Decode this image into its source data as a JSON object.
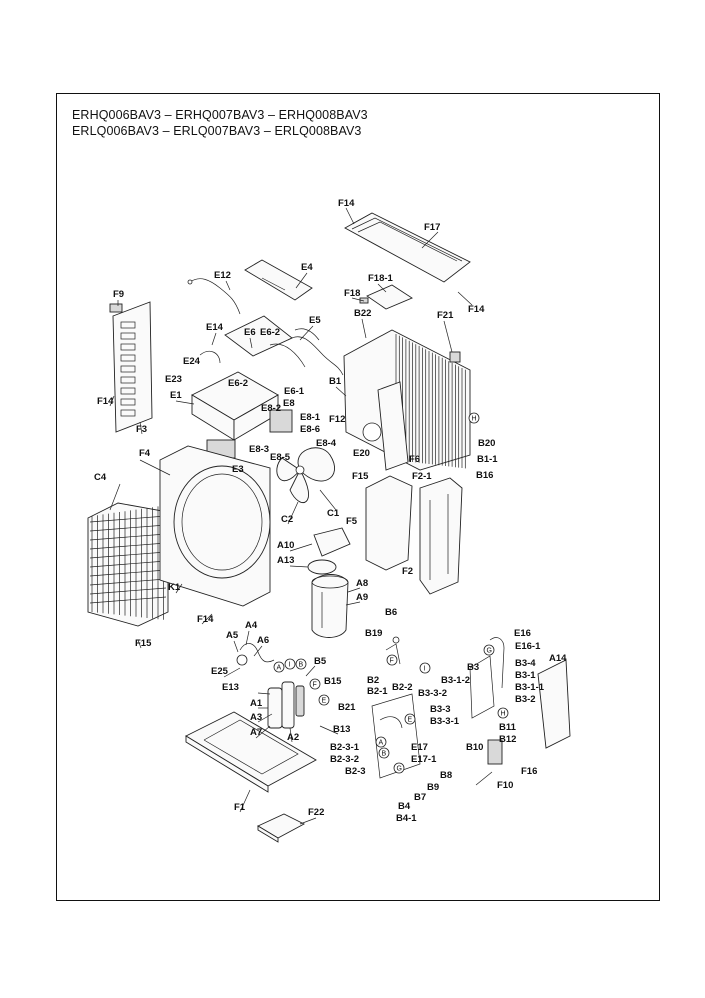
{
  "header": {
    "title_line1": "ERHQ006BAV3 – ERHQ007BAV3 – ERHQ008BAV3",
    "title_line2": "ERLQ006BAV3 – ERLQ007BAV3 – ERLQ008BAV3"
  },
  "parts": {
    "F14_top": "F14",
    "F17": "F17",
    "E12": "E12",
    "E4": "E4",
    "F18_1": "F18-1",
    "F18": "F18",
    "F14_right": "F14",
    "F9": "F9",
    "B22": "B22",
    "E5": "E5",
    "E14": "E14",
    "E6": "E6",
    "E6_2a": "E6-2",
    "F21": "F21",
    "E24": "E24",
    "E23": "E23",
    "E6_2b": "E6-2",
    "B1": "B1",
    "E6_1": "E6-1",
    "E1": "E1",
    "E8": "E8",
    "F14_left": "F14",
    "E8_2": "E8-2",
    "E8_1": "E8-1",
    "F12": "F12",
    "F3": "F3",
    "E8_6": "E8-6",
    "E8_4": "E8-4",
    "E8_3": "E8-3",
    "B20": "B20",
    "B1_1": "B1-1",
    "E20": "E20",
    "F6": "F6",
    "E8_5": "E8-5",
    "E3": "E3",
    "F4": "F4",
    "B16": "B16",
    "C4": "C4",
    "F15_top": "F15",
    "F2_1": "F2-1",
    "C2": "C2",
    "C1": "C1",
    "F5": "F5",
    "A10": "A10",
    "A13": "A13",
    "F2": "F2",
    "A8": "A8",
    "K1": "K1",
    "A9": "A9",
    "F14_bottom": "F14",
    "F15_bottom": "F15",
    "A4": "A4",
    "B6": "B6",
    "E16": "E16",
    "E16_1": "E16-1",
    "A5": "A5",
    "A6": "A6",
    "B19": "B19",
    "A14": "A14",
    "E25": "E25",
    "B5": "B5",
    "B3": "B3",
    "B3_4": "B3-4",
    "E13": "E13",
    "B15": "B15",
    "B2": "B2",
    "B3_1_2": "B3-1-2",
    "B3_1": "B3-1",
    "B2_1": "B2-1",
    "B2_2": "B2-2",
    "B3_1_1": "B3-1-1",
    "A1": "A1",
    "B21": "B21",
    "B3_3_2": "B3-3-2",
    "B3_2": "B3-2",
    "A3": "A3",
    "B3_3": "B3-3",
    "B13": "B13",
    "B3_3_1": "B3-3-1",
    "A7": "A7",
    "A2": "A2",
    "B11": "B11",
    "B12": "B12",
    "B2_3_1": "B2-3-1",
    "E17": "E17",
    "B10": "B10",
    "B2_3_2": "B2-3-2",
    "E17_1": "E17-1",
    "B2_3": "B2-3",
    "F16": "F16",
    "B8": "B8",
    "F10": "F10",
    "B9": "B9",
    "F1": "F1",
    "B7": "B7",
    "B4": "B4",
    "B4_1": "B4-1",
    "F22": "F22"
  },
  "markers": {
    "m1": "A",
    "m2": "I",
    "m3": "B",
    "m4": "F",
    "m5": "E",
    "m6": "H",
    "m7": "A",
    "m8": "B",
    "m9": "G",
    "m10": "E",
    "m11": "H",
    "m12": "F",
    "m13": "I",
    "m14": "G"
  }
}
